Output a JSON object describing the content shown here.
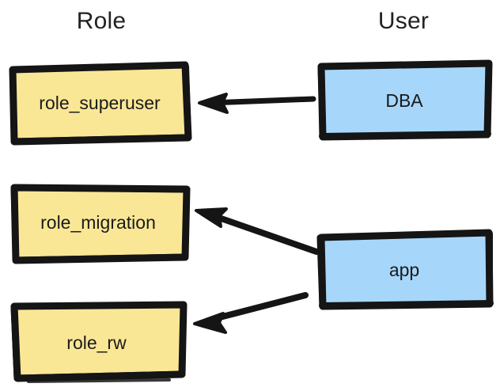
{
  "diagram": {
    "type": "role-user-assignment",
    "columns": [
      {
        "id": "role",
        "title": "Role"
      },
      {
        "id": "user",
        "title": "User"
      }
    ],
    "colors": {
      "role_fill": "#fae796",
      "user_fill": "#a6d7fb",
      "stroke": "#1a1a1a",
      "background": "#ffffff",
      "text": "#1a1a1a"
    },
    "nodes": [
      {
        "id": "role_superuser",
        "label": "role_superuser",
        "column": "role",
        "fill": "#fae796"
      },
      {
        "id": "role_migration",
        "label": "role_migration",
        "column": "role",
        "fill": "#fae796"
      },
      {
        "id": "role_rw",
        "label": "role_rw",
        "column": "role",
        "fill": "#fae796"
      },
      {
        "id": "dba",
        "label": "DBA",
        "column": "user",
        "fill": "#a6d7fb"
      },
      {
        "id": "app",
        "label": "app",
        "column": "user",
        "fill": "#a6d7fb"
      }
    ],
    "edges": [
      {
        "id": "dba-to-role-superuser",
        "from": "dba",
        "to": "role_superuser",
        "arrow": "to"
      },
      {
        "id": "app-to-role-migration",
        "from": "app",
        "to": "role_migration",
        "arrow": "to"
      },
      {
        "id": "app-to-role-rw",
        "from": "app",
        "to": "role_rw",
        "arrow": "to"
      }
    ]
  }
}
